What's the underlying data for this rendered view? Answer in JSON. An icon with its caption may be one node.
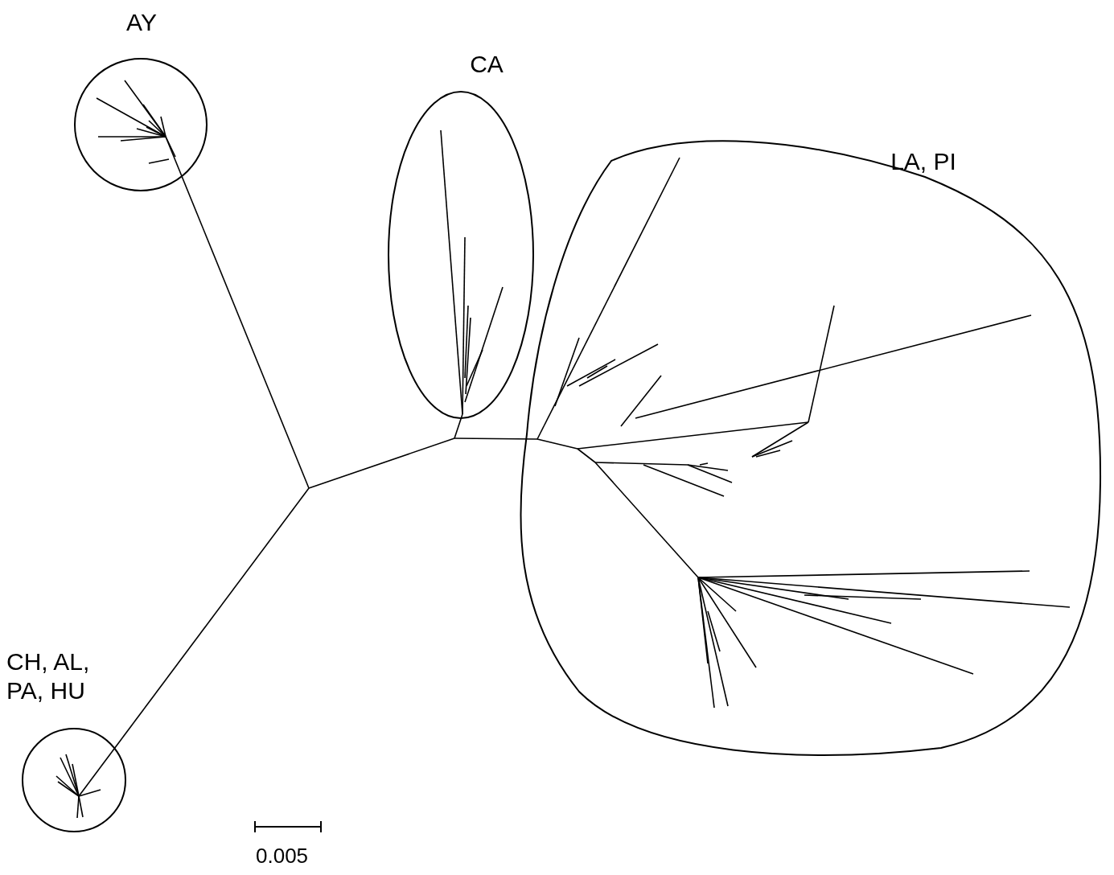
{
  "diagram": {
    "nodes": [
      {
        "text": [
          "AY"
        ]
      },
      {
        "text": [
          "CA"
        ]
      },
      {
        "text": [
          "LA, PI"
        ]
      },
      {
        "text": [
          "CH, AL, PA, HU"
        ]
      }
    ],
    "labels": [
      "0.005"
    ]
  }
}
